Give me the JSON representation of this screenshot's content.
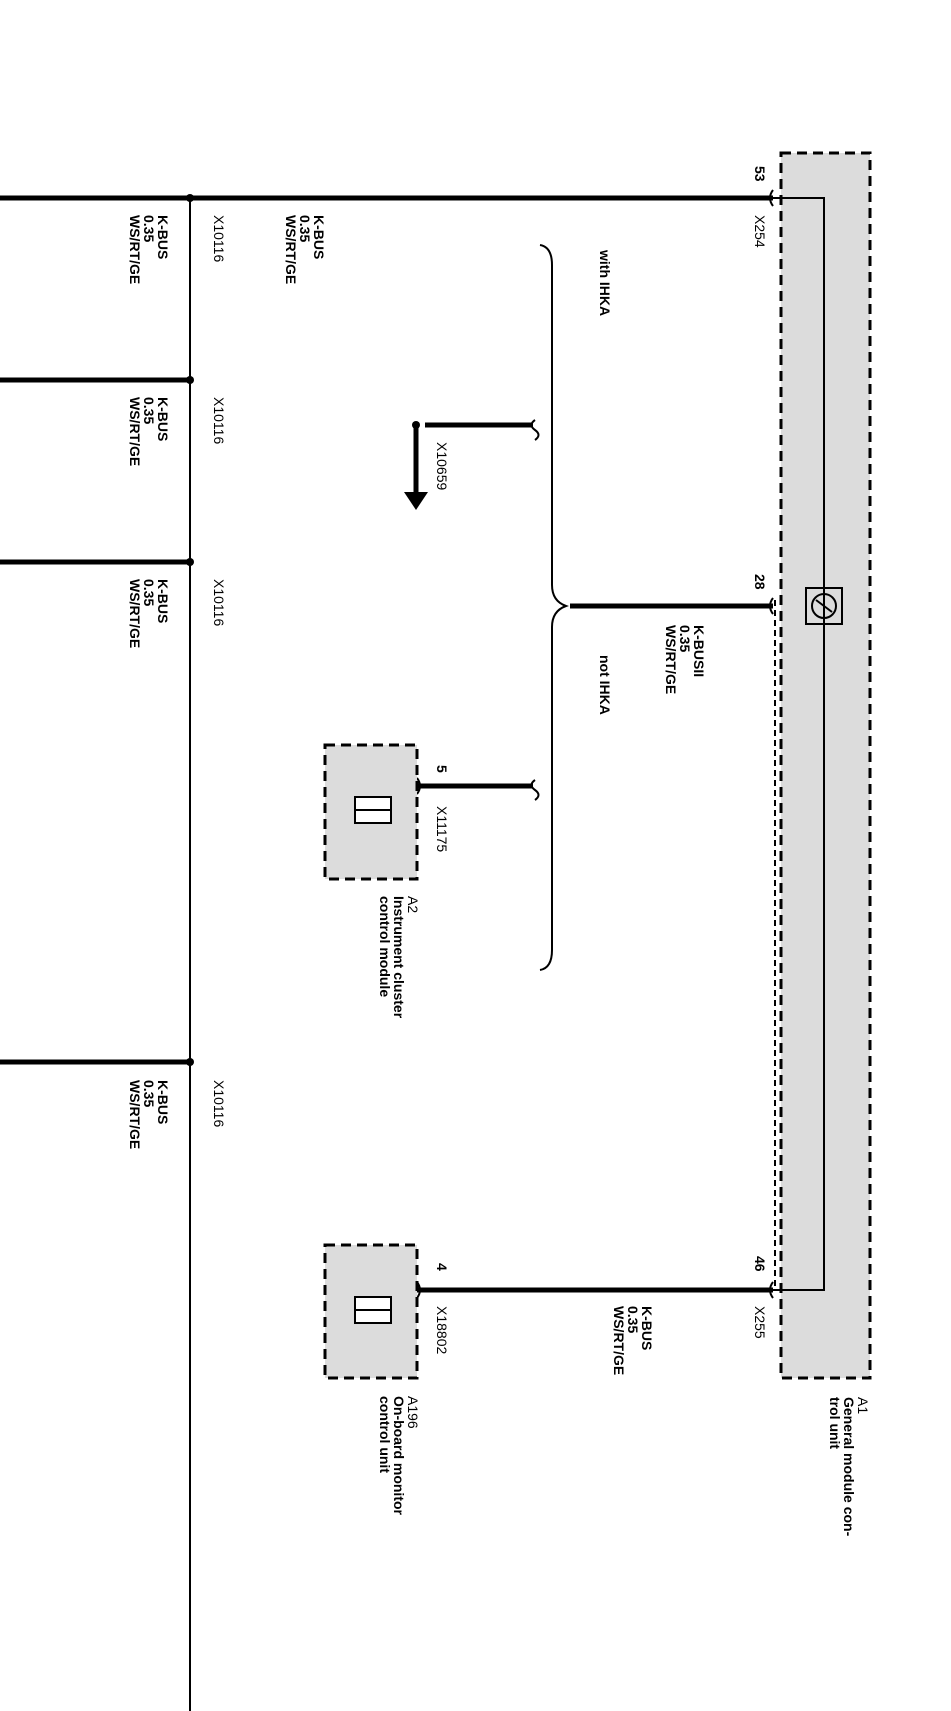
{
  "modules": {
    "gm": {
      "id": "A1",
      "name": "General module con-\ntrol unit"
    },
    "ic": {
      "id": "A2",
      "name": "Instrument cluster\ncontrol module"
    },
    "obm": {
      "id": "A196",
      "name": "On-board monitor\ncontrol unit"
    }
  },
  "connectors": {
    "x254": "X254",
    "x255": "X255",
    "x11175": "X11175",
    "x18802": "X18802",
    "x10659": "X10659",
    "x10116": "X10116"
  },
  "pins": {
    "p53": "53",
    "p28": "28",
    "p46": "46",
    "p5": "5",
    "p4": "4"
  },
  "variants": {
    "with": "with IHKA",
    "not": "not IHKA"
  },
  "wires": {
    "kbus": "K-BUS",
    "kbus2": "K-BUSII",
    "size": "0.35",
    "color": "WS/RT/GE"
  }
}
